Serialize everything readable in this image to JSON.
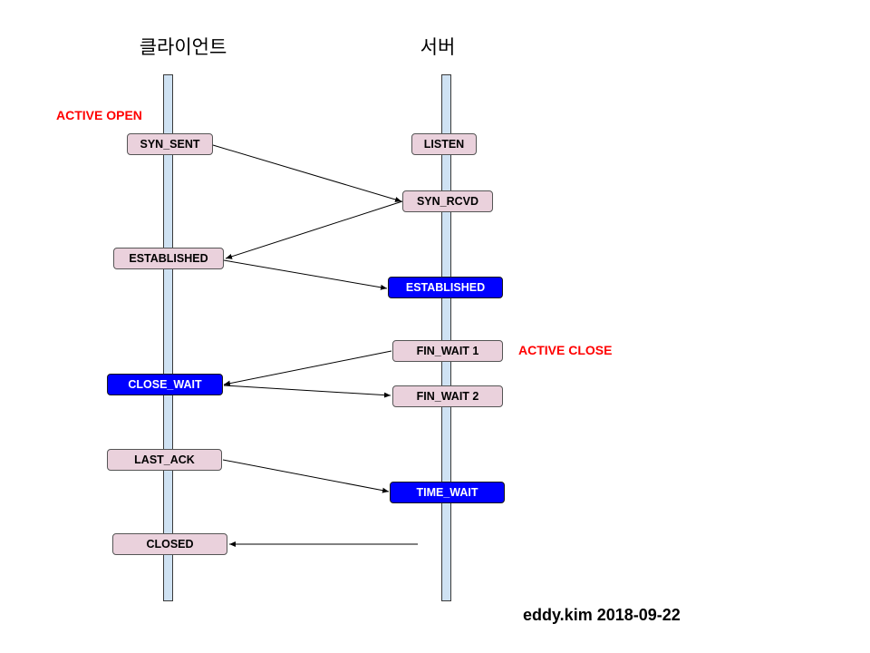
{
  "columns": {
    "client_title": "클라이언트",
    "server_title": "서버"
  },
  "annotations": {
    "active_open": "ACTIVE OPEN",
    "active_close": "ACTIVE CLOSE"
  },
  "client_states": {
    "syn_sent": "SYN_SENT",
    "established": "ESTABLISHED",
    "close_wait": "CLOSE_WAIT",
    "last_ack": "LAST_ACK",
    "closed": "CLOSED"
  },
  "server_states": {
    "listen": "LISTEN",
    "syn_rcvd": "SYN_RCVD",
    "established": "ESTABLISHED",
    "fin_wait_1": "FIN_WAIT 1",
    "fin_wait_2": "FIN_WAIT 2",
    "time_wait": "TIME_WAIT"
  },
  "credit": "eddy.kim 2018-09-22",
  "colors": {
    "state_fill": "#ead1dc",
    "active_state_fill": "#0000ff",
    "lifeline_fill": "#cfe2f3",
    "annotation_red": "#ff0000"
  }
}
